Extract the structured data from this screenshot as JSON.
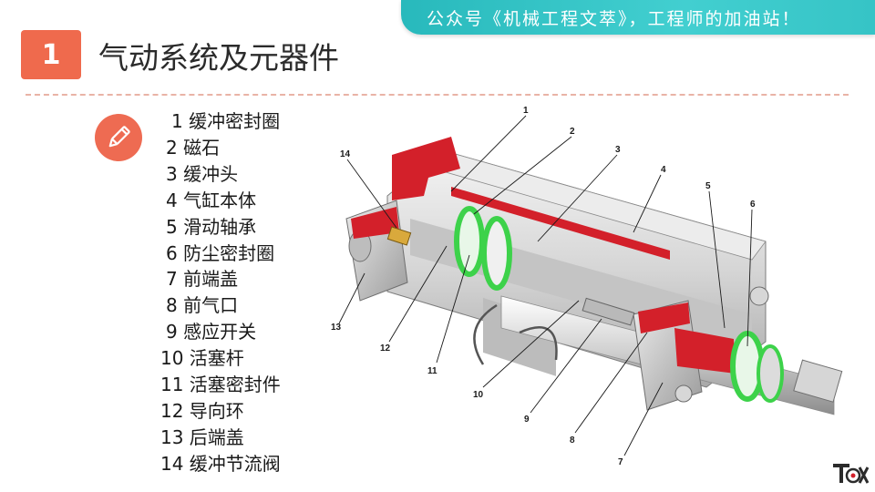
{
  "banner": {
    "text": "公众号《机械工程文萃》，工程师的加油站！"
  },
  "section": {
    "number": "1",
    "title": "气动系统及元器件"
  },
  "icons": {
    "edit": "pencil-icon",
    "logo": "brand-logo-icon"
  },
  "parts": [
    "1 缓冲密封圈",
    "2 磁石",
    "3 缓冲头",
    "4 气缸本体",
    "5 滑动轴承",
    "6 防尘密封圈",
    "7 前端盖",
    "8 前气口",
    "9 感应开关",
    "10 活塞杆",
    "11 活塞密封件",
    "12 导向环",
    "13 后端盖",
    "14 缓冲节流阀"
  ],
  "callouts": [
    "1",
    "2",
    "3",
    "4",
    "5",
    "6",
    "7",
    "8",
    "9",
    "10",
    "11",
    "12",
    "13",
    "14"
  ],
  "colors": {
    "accent": "#ef6a4d",
    "banner": "#36c4c6",
    "seal_green": "#3dd24a",
    "section_red": "#d3202a"
  }
}
